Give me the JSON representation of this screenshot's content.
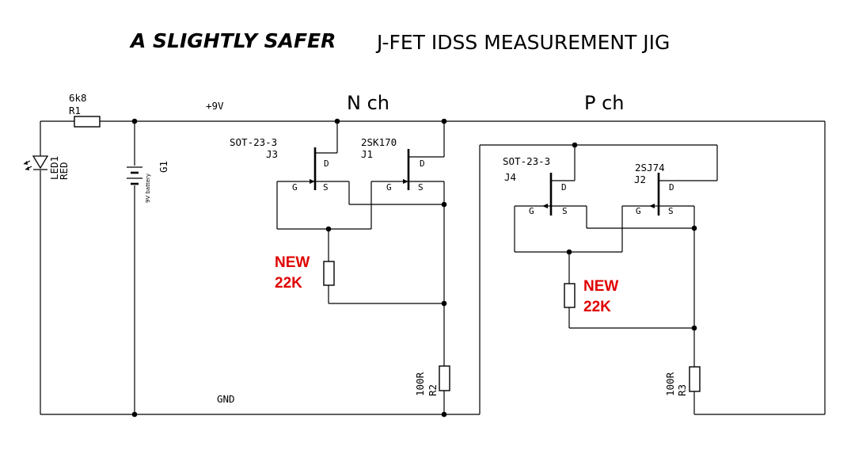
{
  "title": {
    "emphasis": "A SLIGHTLY SAFER",
    "rest": "J-FET IDSS MEASUREMENT JIG"
  },
  "headers": {
    "n_channel": "N ch",
    "p_channel": "P ch"
  },
  "nets": {
    "supply": "+9V",
    "ground": "GND"
  },
  "parts": {
    "r1": {
      "value": "6k8",
      "ref": "R1"
    },
    "led1": {
      "ref": "LED1",
      "color": "RED"
    },
    "g1": {
      "ref": "G1",
      "note": "9V battery"
    },
    "j3": {
      "package": "SOT-23-3",
      "ref": "J3"
    },
    "j1": {
      "package": "2SK170",
      "ref": "J1"
    },
    "j4": {
      "package": "SOT-23-3",
      "ref": "J4"
    },
    "j2": {
      "package": "2SJ74",
      "ref": "J2"
    },
    "r2": {
      "value": "100R",
      "ref": "R2"
    },
    "r3": {
      "value": "100R",
      "ref": "R3"
    }
  },
  "pins": {
    "gate": "G",
    "source": "S",
    "drain": "D"
  },
  "annotations": {
    "n_new_line1": "NEW",
    "n_new_line2": "22K",
    "p_new_line1": "NEW",
    "p_new_line2": "22K",
    "color": "#e00000"
  }
}
